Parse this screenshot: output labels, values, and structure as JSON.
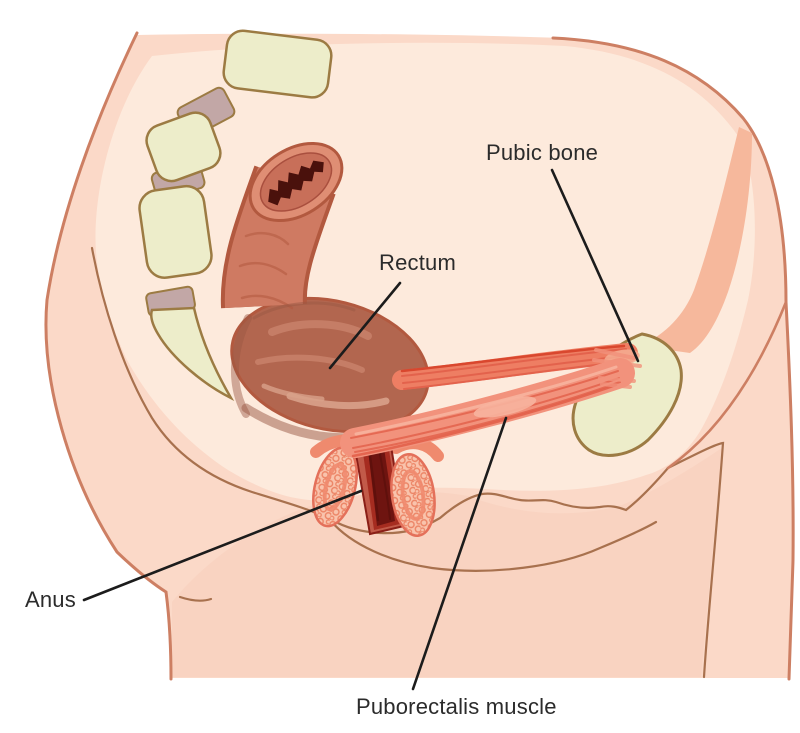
{
  "illustration": {
    "type": "medical-anatomy-diagram",
    "view": "sagittal-pelvis",
    "labels": {
      "pubic_bone": "Pubic bone",
      "rectum": "Rectum",
      "anus": "Anus",
      "puborectalis": "Puborectalis muscle"
    },
    "colors": {
      "background": "#ffffff",
      "skin": "#fbd9c8",
      "skin_light": "#fdeadc",
      "skin_shade": "#f8cdb9",
      "skin_outline": "#cd7f63",
      "contour": "#a8714e",
      "bone_fill": "#ededca",
      "bone_outline": "#9c7b43",
      "disc_fill": "#c2a7a6",
      "colon_fill": "#cf7a62",
      "colon_outline": "#b2593f",
      "colon_rim": "#df8e74",
      "colon_inner": "#c86f59",
      "colon_inner_stroke": "#a94f3e",
      "rectum_fill": "#b2664f",
      "rectum_highlight": "#c8816a",
      "rectum_highlight2": "#d8a189",
      "rectum_shadow": "#9a5743",
      "lumen": "#4a110c",
      "muscle": "#f2927c",
      "muscle_mid": "#ee7e63",
      "muscle_dark": "#e2604a",
      "muscle_deep": "#d9472e",
      "muscle_light": "#f7b49e",
      "muscle_tip": "#f4ad92",
      "band_abdomen": "#f6b89c",
      "canal_edge": "#c25a49",
      "canal_fill": "#a62c20",
      "canal_dark": "#6e1410",
      "canal_stroke": "#8a1f17",
      "canal_ridge": "#5f100c",
      "sphincter_fill": "#f9c3ac",
      "sphincter_stroke": "#e4705a",
      "pebble": "#ec8465",
      "crescent": "#ef8a6e",
      "label_text": "#2b2b2b",
      "leader_line": "#1c1c1c"
    }
  }
}
